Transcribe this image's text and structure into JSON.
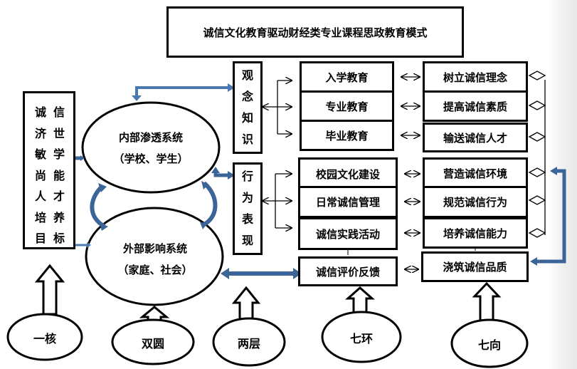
{
  "title": "诚信文化教育驱动财经类专业课程思政教育模式",
  "goal": {
    "rows": [
      "诚信",
      "济世",
      "敏学",
      "尚能",
      "人才",
      "培养",
      "目标"
    ]
  },
  "systems": {
    "internal": {
      "line1": "内部渗透系统",
      "line2": "（学校、学生）"
    },
    "external": {
      "line1": "外部影响系统",
      "line2": "（家庭、社会）"
    }
  },
  "layers": {
    "concept": {
      "chars": [
        "观",
        "念",
        "知",
        "识"
      ]
    },
    "behavior": {
      "chars": [
        "行",
        "为",
        "表",
        "现"
      ]
    }
  },
  "rings": [
    "入学教育",
    "专业教育",
    "毕业教育",
    "校园文化建设",
    "日常诚信管理",
    "诚信实践活动",
    "诚信评价反馈"
  ],
  "directions": [
    "树立诚信理念",
    "提高诚信素质",
    "输送诚信人才",
    "营造诚信环境",
    "规范诚信行为",
    "培养诚信能力",
    "浇筑诚信品质"
  ],
  "bottom_labels": {
    "core": "一核",
    "double": "双圆",
    "two_layers": "两层",
    "seven_rings": "七环",
    "seven_directions": "七向"
  },
  "colors": {
    "accent_arrow": "#3b6499",
    "stroke": "#000000"
  }
}
